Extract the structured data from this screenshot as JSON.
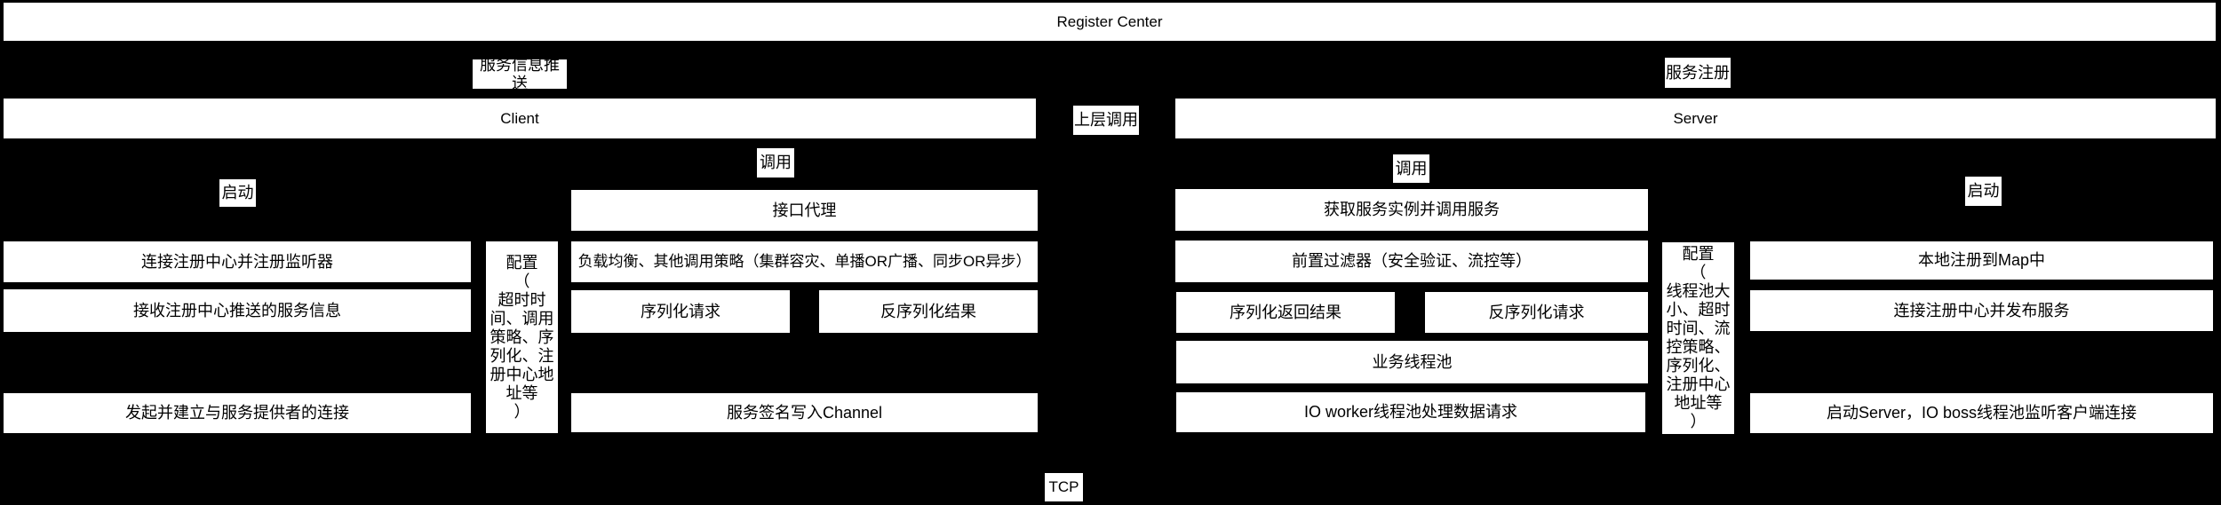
{
  "diagram_title": "RPC framework architecture",
  "colors": {
    "background": "#000000",
    "box_background": "#ffffff",
    "box_text": "#000000"
  },
  "register_center": {
    "label": "Register Center"
  },
  "transport": {
    "label": "TCP"
  },
  "edge_labels": {
    "service_info_push": "服务信息推送",
    "service_register": "服务注册",
    "upper_layer_call": "上层调用",
    "client_call": "调用",
    "server_call": "调用",
    "client_start": "启动",
    "server_start": "启动"
  },
  "client": {
    "title": "Client",
    "config": "配置\n（\n超时时\n间、调用\n策略、序\n列化、注\n册中心地\n址等\n）",
    "startup_steps": [
      "连接注册中心并注册监听器",
      "接收注册中心推送的服务信息",
      "发起并建立与服务提供者的连接"
    ],
    "call_steps": {
      "interface_proxy": "接口代理",
      "load_balance": "负载均衡、其他调用策略（集群容灾、单播OR广播、同步OR异步）",
      "serialize_request": "序列化请求",
      "deserialize_result": "反序列化结果",
      "write_channel": "服务签名写入Channel"
    }
  },
  "server": {
    "title": "Server",
    "config": "配置\n（\n线程池大\n小、超时\n时间、流\n控策略、\n序列化、\n注册中心\n地址等\n）",
    "call_steps": {
      "get_instance": "获取服务实例并调用服务",
      "pre_filter": "前置过滤器（安全验证、流控等）",
      "serialize_response": "序列化返回结果",
      "deserialize_request": "反序列化请求",
      "business_pool": "业务线程池",
      "io_worker": "IO worker线程池处理数据请求"
    },
    "startup_steps": [
      "本地注册到Map中",
      "连接注册中心并发布服务",
      "启动Server，IO boss线程池监听客户端连接"
    ]
  }
}
